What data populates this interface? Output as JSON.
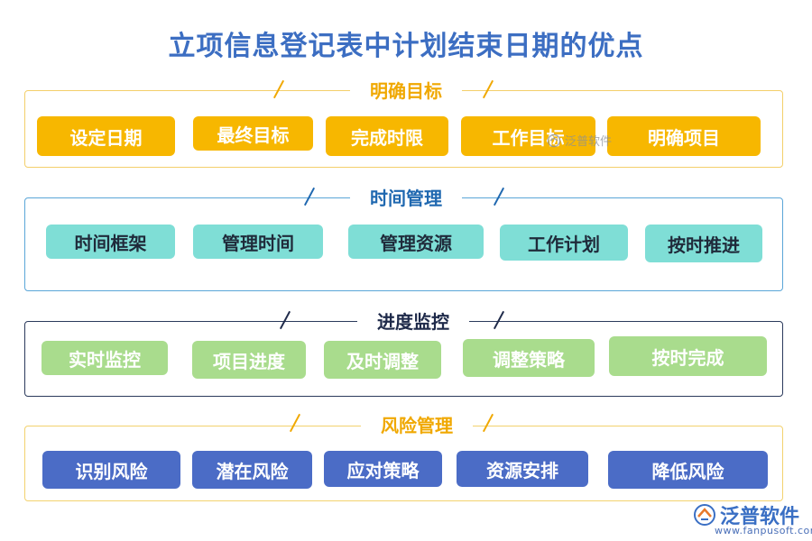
{
  "title": "立项信息登记表中计划结束日期的优点",
  "sections": [
    {
      "heading": "明确目标",
      "items": [
        "设定日期",
        "最终目标",
        "完成时限",
        "工作目标",
        "明确项目"
      ]
    },
    {
      "heading": "时间管理",
      "items": [
        "时间框架",
        "管理时间",
        "管理资源",
        "工作计划",
        "按时推进"
      ]
    },
    {
      "heading": "进度监控",
      "items": [
        "实时监控",
        "项目进度",
        "及时调整",
        "调整策略",
        "按时完成"
      ]
    },
    {
      "heading": "风险管理",
      "items": [
        "识别风险",
        "潜在风险",
        "应对策略",
        "资源安排",
        "降低风险"
      ]
    }
  ],
  "watermark": {
    "text": "泛普软件",
    "logo_text": "泛普软件",
    "url": "www.fanpusoft.com"
  },
  "colors": {
    "title": "#3c6ec2",
    "section1_box": "#f7b700",
    "section2_box": "#7fded6",
    "section3_box": "#a9dc8d",
    "section4_box": "#4b6cc6"
  }
}
